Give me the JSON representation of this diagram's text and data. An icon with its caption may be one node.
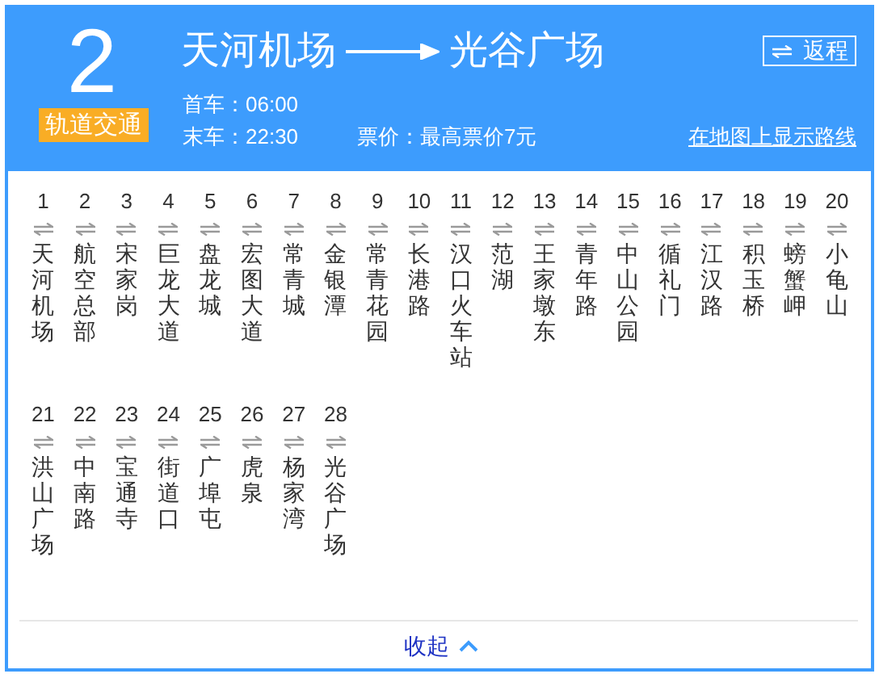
{
  "diagram": {
    "nodes": [
      {
        "text": [
          "轨道交通"
        ]
      },
      {
        "text": [
          "天河机场"
        ]
      },
      {
        "text": [
          "光谷广场"
        ]
      },
      {
        "text": [
          "返程"
        ]
      }
    ],
    "edges": [
      {
        "from": 1,
        "to": 2,
        "arrow": "to"
      }
    ],
    "labels": [
      "2",
      "首车：06:00",
      "末车：22:30",
      "票价：最高票价7元",
      "在地图上显示路线",
      "1",
      "天河机场",
      "2",
      "航空总部",
      "3",
      "宋家岗",
      "4",
      "巨龙大道",
      "5",
      "盘龙城",
      "6",
      "宏图大道",
      "7",
      "常青城",
      "8",
      "金银潭",
      "9",
      "常青花园",
      "10",
      "长港路",
      "11",
      "汉口火车站",
      "12",
      "范湖",
      "13",
      "王家墩东",
      "14",
      "青年路",
      "15",
      "中山公园",
      "16",
      "循礼门",
      "17",
      "江汉路",
      "18",
      "积玉桥",
      "19",
      "螃蟹岬",
      "20",
      "小龟山",
      "21",
      "洪山广场",
      "22",
      "中南路",
      "23",
      "宝通寺",
      "24",
      "街道口",
      "25",
      "广埠屯",
      "26",
      "虎泉",
      "27",
      "杨家湾",
      "28",
      "光谷广场",
      "收起"
    ]
  }
}
